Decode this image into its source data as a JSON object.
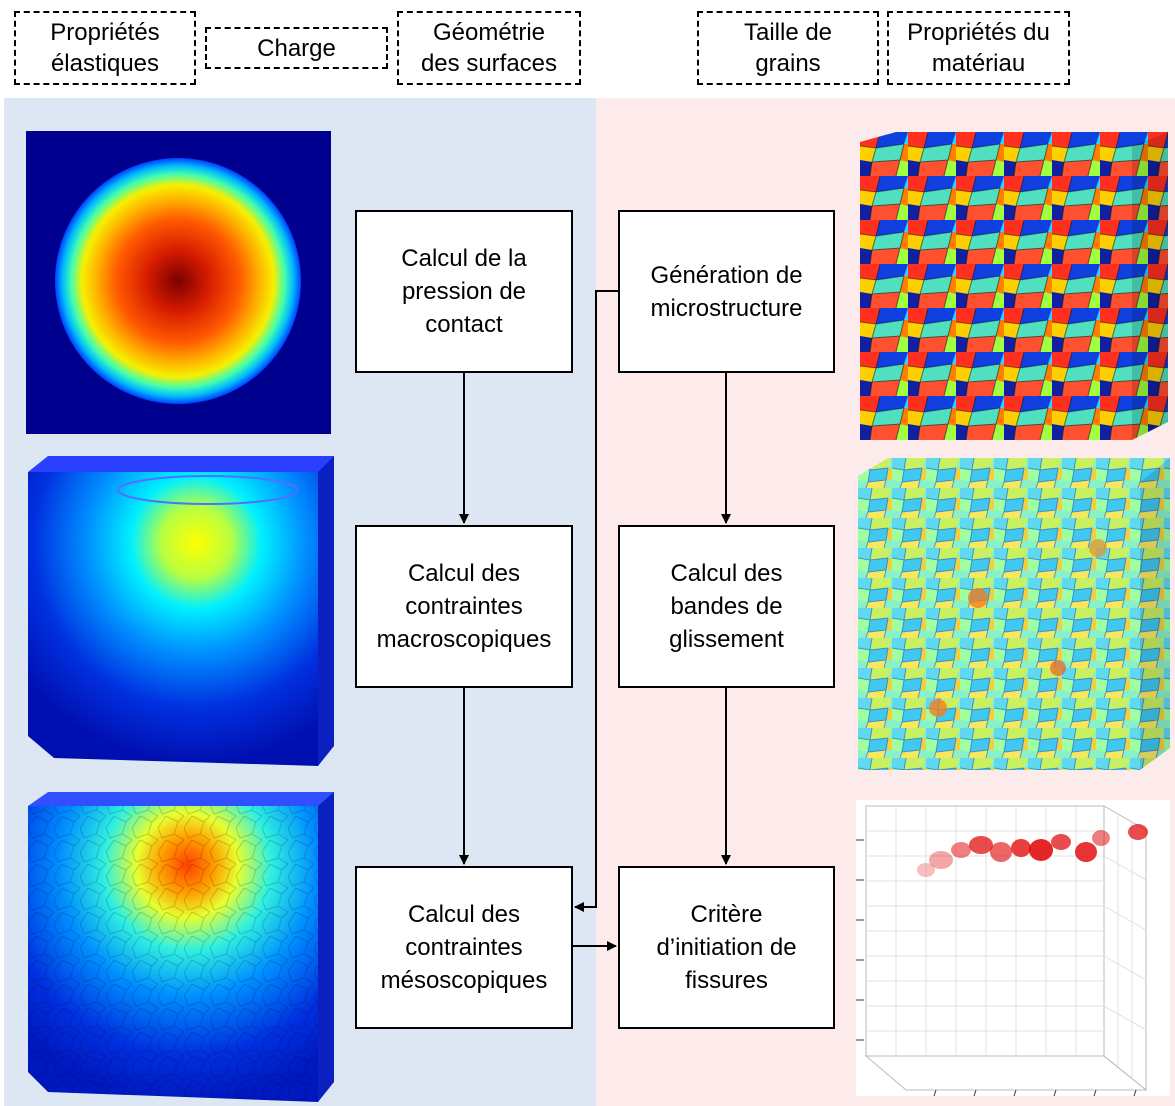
{
  "inputs": {
    "elastic": "Propriétés\nélastiques",
    "load": "Charge",
    "geometry": "Géométrie\ndes surfaces",
    "grain_size": "Taille de\ngrains",
    "material": "Propriétés du\nmatériau"
  },
  "process": {
    "contact_pressure": "Calcul de la\npression de\ncontact",
    "macro_stress": "Calcul des\ncontraintes\nmacroscopiques",
    "meso_stress": "Calcul des\ncontraintes\nmésoscopiques",
    "microstructure": "Génération de\nmicrostructure",
    "slip_bands": "Calcul des\nbandes de\nglissement",
    "crack_criterion": "Critère\nd’initiation de\nfissures"
  },
  "colors": {
    "left_panel": "#dde7f3",
    "right_panel": "#fdeaea"
  }
}
